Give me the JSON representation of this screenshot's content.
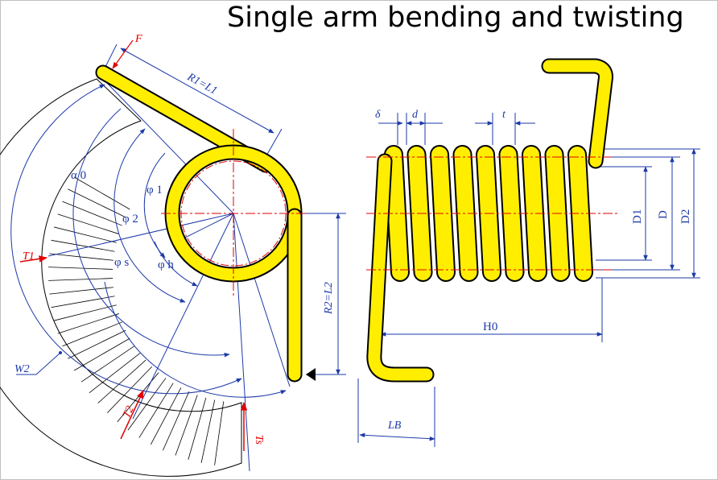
{
  "title": "Single arm bending and twisting",
  "colors": {
    "spring": "#ffee00",
    "outline": "#000000",
    "dimension": "#1e3aa8",
    "centerline": "#e00000",
    "force": "#e00000"
  },
  "labels": {
    "F": "F",
    "R1": "R1=L1",
    "alpha0": "α 0",
    "phi1": "φ 1",
    "phi2": "φ 2",
    "phis": "φ s",
    "phih": "φ h",
    "T1": "T1",
    "T2": "T2",
    "Ts": "Ts",
    "W2": "W2",
    "R2": "R2=L2",
    "delta": "δ",
    "d": "d",
    "t": "t",
    "D1": "D1",
    "D": "D",
    "D2": "D2",
    "H0": "H0",
    "LB": "LB"
  }
}
